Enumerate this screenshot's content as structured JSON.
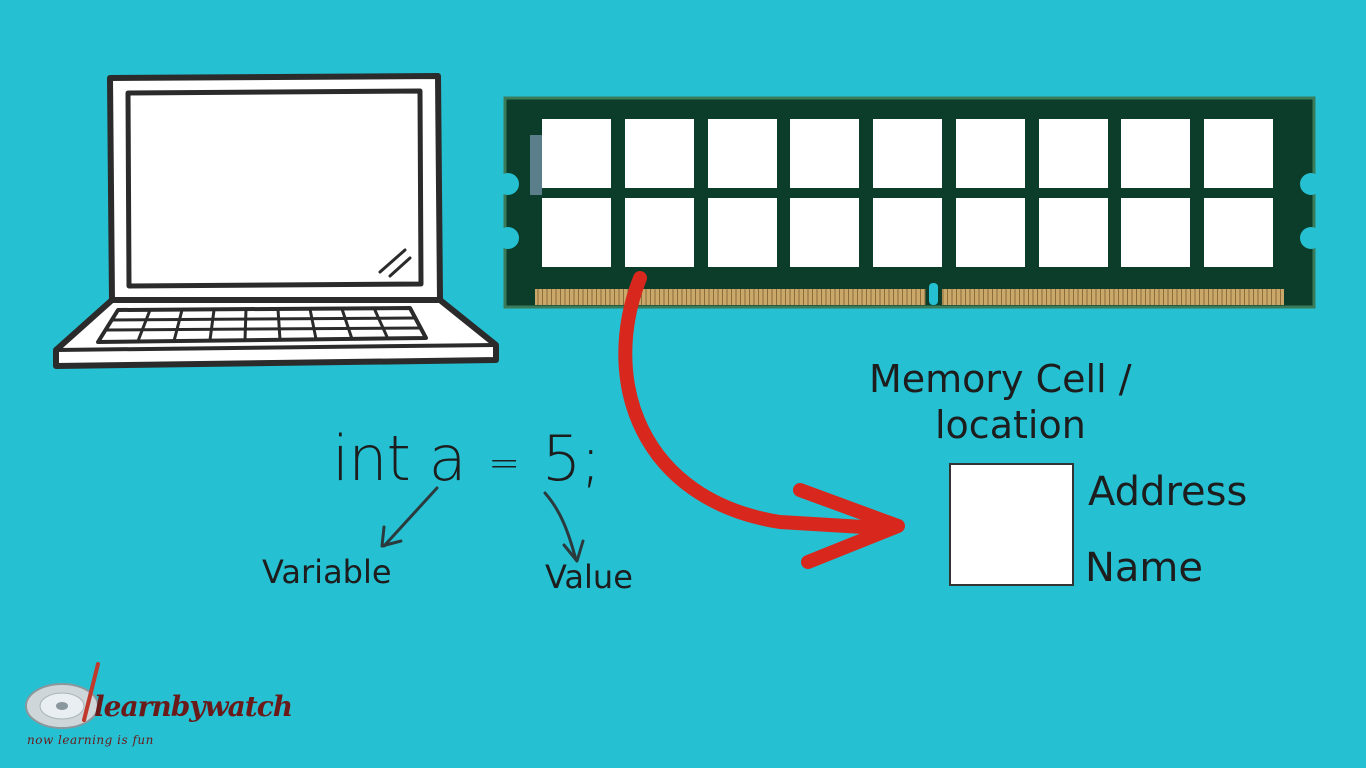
{
  "code": {
    "keyword": "int",
    "variable": "a",
    "operator": "=",
    "value": "5;"
  },
  "labels": {
    "variable": "Variable",
    "value": "Value",
    "memory_cell_line1": "Memory Cell /",
    "memory_cell_line2": "location",
    "address": "Address",
    "name": "Name"
  },
  "logo": {
    "brand": "learnbywatch",
    "tagline": "now learning is fun"
  },
  "colors": {
    "background": "#25c1d3",
    "ram_board": "#0b3d2a",
    "arrow": "#d8281d",
    "logo": "#6b1a1a"
  },
  "icons": [
    "laptop-icon",
    "ram-module-icon",
    "disc-logo-icon"
  ]
}
